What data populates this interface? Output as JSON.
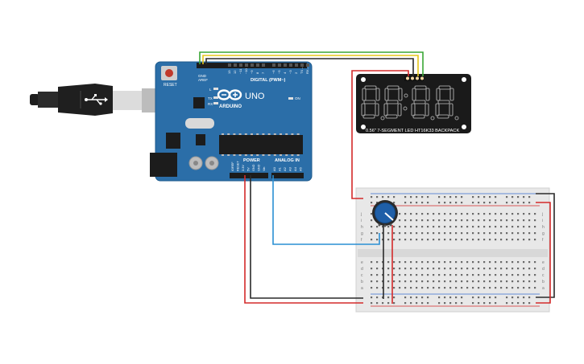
{
  "arduino": {
    "logo_text": "ARDUINO",
    "model": "UNO",
    "reset_label": "RESET",
    "digital_label": "DIGITAL (PWM~)",
    "power_label": "POWER",
    "analog_label": "ANALOG IN",
    "aref_label": "AREF",
    "gnd_label": "GND",
    "on_label": "ON",
    "tx_label": "TX",
    "rx_label": "RX",
    "l_label": "L",
    "digital_pins": [
      "13",
      "12",
      "~11",
      "~10",
      "~9",
      "8",
      "7",
      "~6",
      "~5",
      "4",
      "~3",
      "2",
      "TX→1",
      "RX←0"
    ],
    "power_pins": [
      "IOREF",
      "RESET",
      "3.3V",
      "5V",
      "GND",
      "GND",
      "Vin"
    ],
    "analog_pins": [
      "A0",
      "A1",
      "A2",
      "A3",
      "A4",
      "A5"
    ]
  },
  "display": {
    "digits": "8.8:8.8.",
    "label": "0.56\" 7-SEGMENT LED HT16K33 BACKPACK"
  },
  "breadboard": {
    "row_letters_top": [
      "j",
      "i",
      "h",
      "g",
      "f"
    ],
    "row_letters_bottom": [
      "e",
      "d",
      "c",
      "b",
      "a"
    ]
  },
  "colors": {
    "board": "#2b6ea8",
    "display_body": "#1a1a1a",
    "breadboard": "#e8e8e8",
    "wire_red": "#d42a2a",
    "wire_black": "#2a2a2a",
    "wire_blue": "#2a8fd4",
    "wire_green": "#3aa635",
    "wire_yellow": "#e6c619",
    "knob": "#1f5fa8"
  }
}
